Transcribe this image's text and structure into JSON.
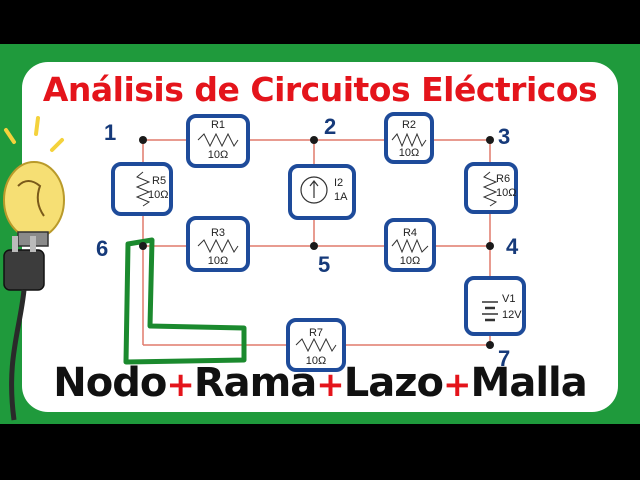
{
  "title": "Análisis de Circuitos Eléctricos",
  "terms": [
    "Nodo",
    "Rama",
    "Lazo",
    "Malla"
  ],
  "separator": "+",
  "nodes": [
    "1",
    "2",
    "3",
    "4",
    "5",
    "6",
    "7"
  ],
  "components": {
    "r1": {
      "name": "R1",
      "value": "10Ω"
    },
    "r2": {
      "name": "R2",
      "value": "10Ω"
    },
    "r3": {
      "name": "R3",
      "value": "10Ω"
    },
    "r4": {
      "name": "R4",
      "value": "10Ω"
    },
    "r5": {
      "name": "R5",
      "value": "10Ω"
    },
    "r6": {
      "name": "R6",
      "value": "10Ω"
    },
    "r7": {
      "name": "R7",
      "value": "10Ω"
    },
    "i2": {
      "name": "I2",
      "value": "1A"
    },
    "v1": {
      "name": "V1",
      "value": "12V"
    }
  },
  "colors": {
    "title": "#e4141b",
    "frame": "#1f9a3c",
    "box": "#1e4b9a",
    "wire": "#e07a6b",
    "loop": "#1b8a2e"
  },
  "icons": [
    "light-bulb-icon",
    "power-plug-icon"
  ]
}
